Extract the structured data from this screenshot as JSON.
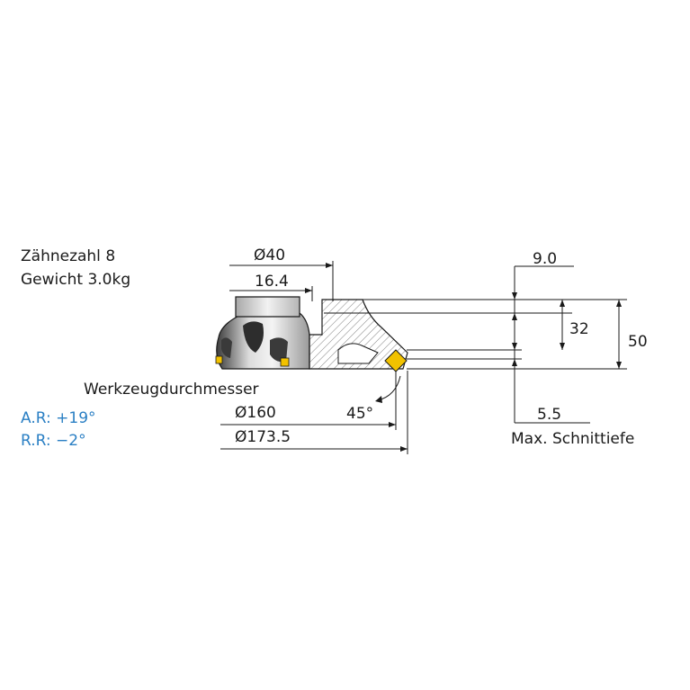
{
  "specs": {
    "teeth": "Zähnezahl 8",
    "weight": "Gewicht 3.0kg"
  },
  "diameters": {
    "bore": "Ø40",
    "keyway": "16.4",
    "tool_diameter_label": "Werkzeugdurchmesser",
    "cutting_diameter": "Ø160",
    "outer_diameter": "Ø173.5"
  },
  "angles": {
    "axial_rake": "A.R: +19°",
    "radial_rake": "R.R: −2°",
    "lead_angle": "45°"
  },
  "heights": {
    "top_step": "9.0",
    "body_height": "32",
    "total_height": "50",
    "depth_value": "5.5",
    "depth_label": "Max. Schnittiefe"
  },
  "colors": {
    "insert": "#f2c200",
    "body_dark": "#555555",
    "body_light": "#e4e4e4",
    "hatch": "#888888",
    "rake_text": "#2a7fc4"
  }
}
